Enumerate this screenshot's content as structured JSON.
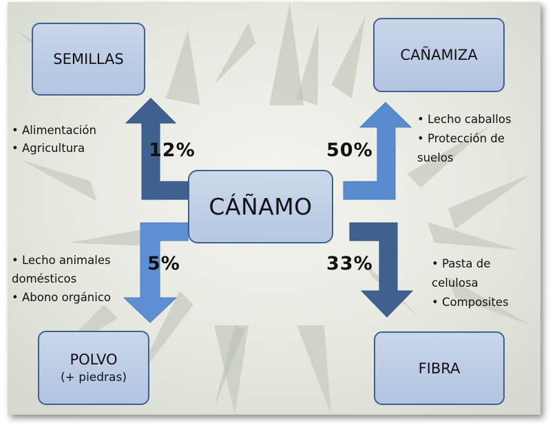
{
  "center": {
    "label": "CÁÑAMO"
  },
  "products": {
    "semillas": {
      "title": "SEMILLAS",
      "percent": "12%",
      "uses": [
        "Alimentación",
        "Agricultura"
      ]
    },
    "canamiza": {
      "title": "CAÑAMIZA",
      "percent": "50%",
      "uses": [
        "Lecho caballos",
        "Protección de suelos"
      ]
    },
    "polvo": {
      "title": "POLVO",
      "subtitle": "(+ piedras)",
      "percent": "5%",
      "uses": [
        "Lecho animales domésticos",
        "Abono orgánico"
      ]
    },
    "fibra": {
      "title": "FIBRA",
      "percent": "33%",
      "uses": [
        "Pasta de celulosa",
        "Composites"
      ]
    }
  },
  "colors": {
    "arrow_dark": "#40618f",
    "arrow_light": "#5d8ed0",
    "box_border": "#3f5f8f",
    "box_fill": "#bccce4"
  }
}
